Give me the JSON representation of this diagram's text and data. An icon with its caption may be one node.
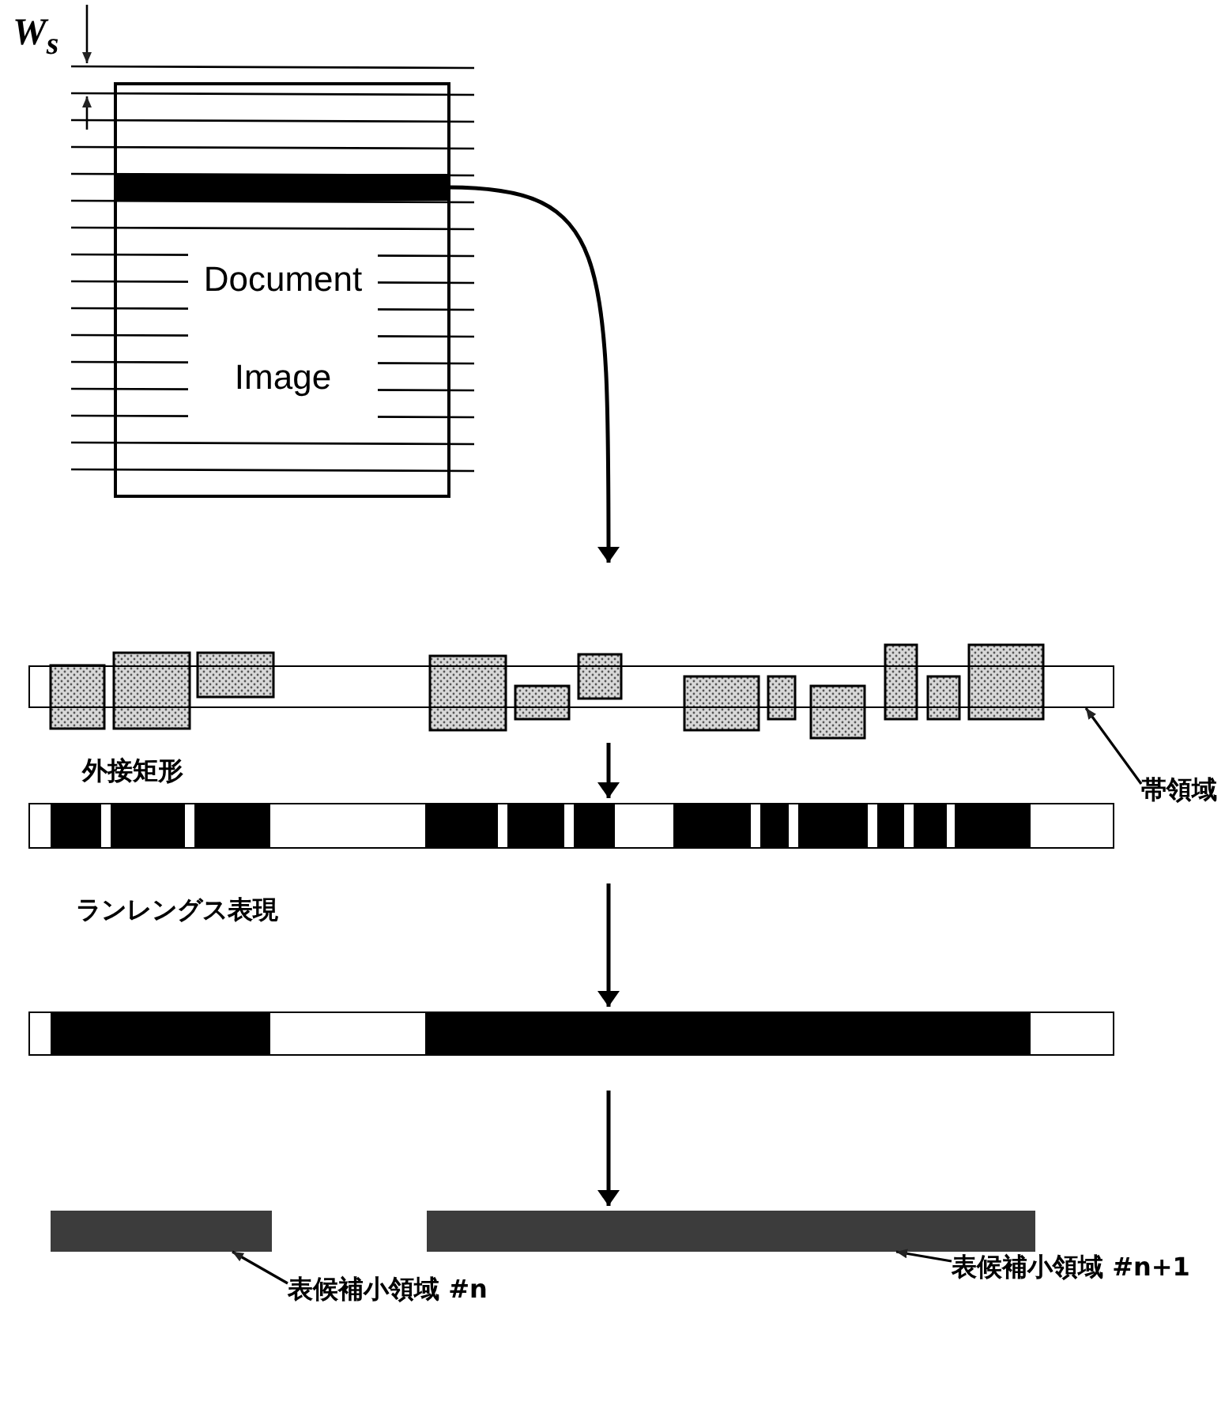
{
  "diagram": {
    "nodes": [
      {
        "text": [
          "Document Image"
        ]
      },
      {
        "text": [],
        "shape": "bar",
        "in": 0
      },
      {
        "text": [],
        "shape": "bar"
      },
      {
        "text": [],
        "shape": "bar"
      },
      {
        "text": [],
        "shape": "bar"
      },
      {
        "text": [],
        "shape": "bar"
      },
      {
        "text": [],
        "shape": "bar"
      },
      {
        "text": [
          "帯領域"
        ]
      },
      {
        "text": [
          "表候補小領域 #n"
        ]
      },
      {
        "text": [
          "表候補小領域 #n+1"
        ]
      }
    ],
    "edges": [
      {
        "from": 1,
        "to": 2,
        "arrow": "to"
      },
      {
        "from": 2,
        "to": 3,
        "arrow": "to"
      },
      {
        "from": 3,
        "to": 4,
        "arrow": "to"
      },
      {
        "from": 4,
        "to": 6,
        "arrow": "to"
      },
      {
        "from": 7,
        "to": 2,
        "arrow": "to"
      },
      {
        "from": 8,
        "to": 5,
        "arrow": "to"
      },
      {
        "from": 9,
        "to": 6,
        "arrow": "to"
      }
    ],
    "labels": [
      "W$_{s}$",
      "外接矩形",
      "ランレングス表現"
    ]
  }
}
